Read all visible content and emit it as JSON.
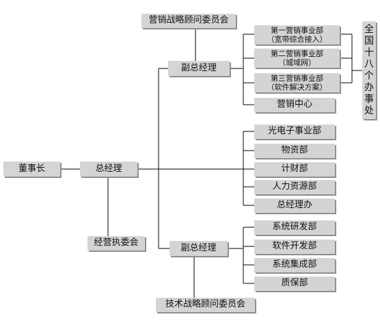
{
  "nodes": {
    "chairman": "董事长",
    "general_manager": "总经理",
    "executive_committee": "经营执委会",
    "marketing_advisory": "营销战略顾问委员会",
    "tech_advisory": "技术战略顾问委员会",
    "vp_marketing": "副总经理",
    "vp_tech": "副总经理",
    "marketing_1": {
      "line1": "第一营销事业部",
      "line2": "（宽带综合接入）"
    },
    "marketing_2": {
      "line1": "第二营销事业部",
      "line2": "（城域网）"
    },
    "marketing_3": {
      "line1": "第三营销事业部",
      "line2": "（软件解决方案）"
    },
    "marketing_center": "营销中心",
    "offices": "全国十八个办事处",
    "optoelectronics": "光电子事业部",
    "materials": "物资部",
    "finance": "计财部",
    "hr": "人力资源部",
    "gm_office": "总经理办",
    "system_rd": "系统研发部",
    "software_dev": "软件开发部",
    "system_integration": "系统集成部",
    "quality": "质保部"
  }
}
